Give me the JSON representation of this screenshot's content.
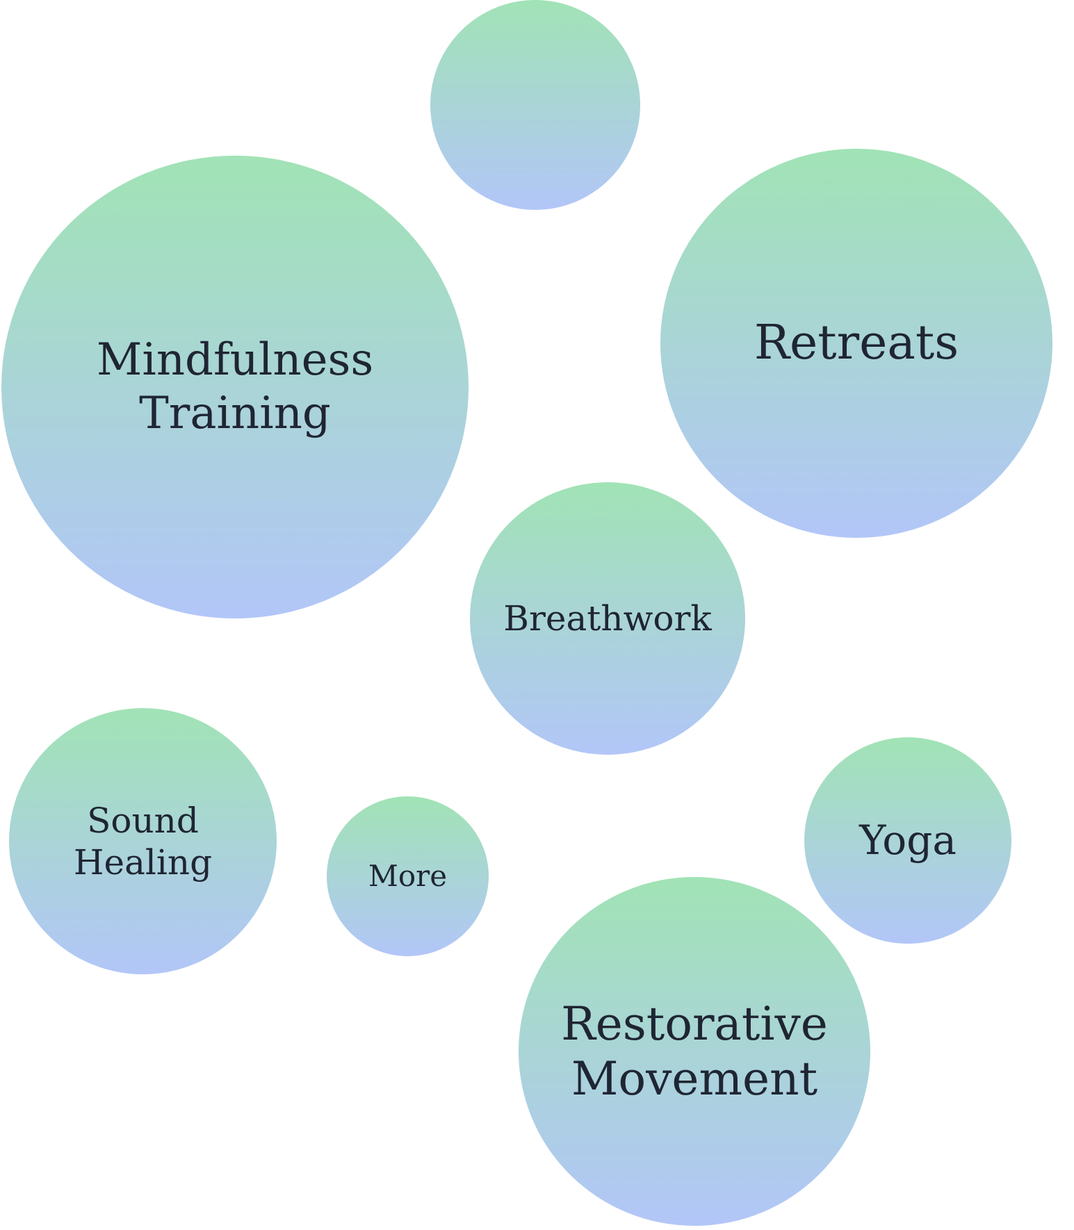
{
  "colors": {
    "gradient_top": "#a1e3b5",
    "gradient_bottom": "#b2c6f8",
    "text": "#1f2533",
    "background": "#ffffff"
  },
  "bubbles": [
    {
      "id": "top-small",
      "label": ""
    },
    {
      "id": "mindfulness-training",
      "label": "Mindfulness\nTraining"
    },
    {
      "id": "retreats",
      "label": "Retreats"
    },
    {
      "id": "breathwork",
      "label": "Breathwork"
    },
    {
      "id": "sound-healing",
      "label": "Sound\nHealing"
    },
    {
      "id": "more",
      "label": "More"
    },
    {
      "id": "yoga",
      "label": "Yoga"
    },
    {
      "id": "restorative-movement",
      "label": "Restorative\nMovement"
    }
  ]
}
